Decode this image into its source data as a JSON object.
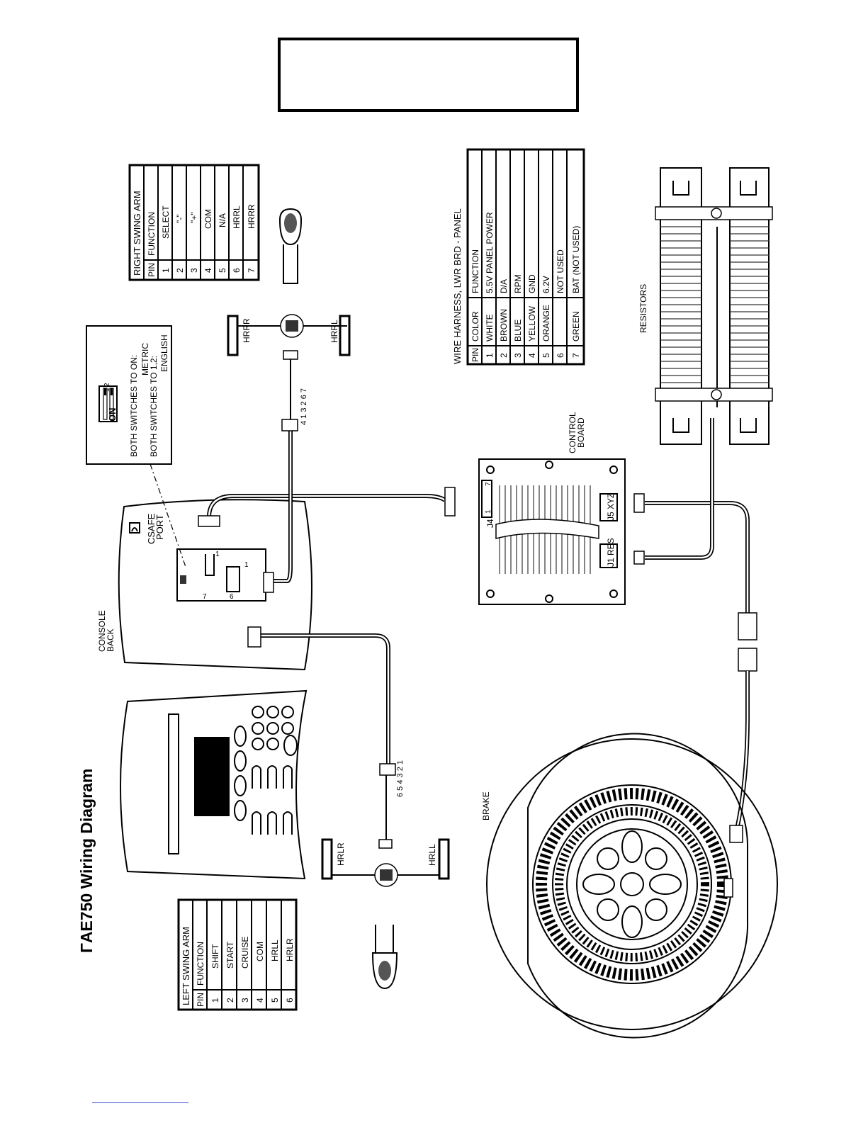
{
  "title": "ΓAE750 Wiring Diagram",
  "title_box_text": "",
  "labels": {
    "console_back": [
      "CONSOLE",
      "BACK"
    ],
    "csafe_port": [
      "CSAFE",
      "PORT"
    ],
    "control_board": [
      "CONTROL",
      "BOARD"
    ],
    "resistors": "RESISTORS",
    "brake": "BRAKE",
    "hrrr": "HRRR",
    "hrrl": "HRRL",
    "hrlr": "HRLR",
    "hrll": "HRLL",
    "j4": "J4",
    "j1_res": "J1 RES",
    "j5_xyz": "J5 XYZ",
    "j4_pin_1": "1",
    "j4_pin_7": "7",
    "right_connector_pins": "4 1 3 2 6 7",
    "left_connector_pins": "6 5 4 3 2 1",
    "console_pin_1": "1",
    "console_pin_7": "7",
    "console_pin_1b": "1",
    "console_pin_6": "6"
  },
  "switch_note": {
    "on_label": "ON",
    "sw1": "1",
    "sw2": "2",
    "line1": "BOTH SWITCHES TO ON:",
    "line1b": "METRIC",
    "line2": "BOTH SWITCHES TO 1,2:",
    "line2b": "ENGLISH"
  },
  "right_swing_arm": {
    "title": "RIGHT SWING ARM",
    "headers": [
      "PIN",
      "FUNCTION"
    ],
    "rows": [
      [
        "1",
        "SELECT"
      ],
      [
        "2",
        "\"-\""
      ],
      [
        "3",
        "\"+\""
      ],
      [
        "4",
        "COM"
      ],
      [
        "5",
        "N/A"
      ],
      [
        "6",
        "HRRL"
      ],
      [
        "7",
        "HRRR"
      ]
    ]
  },
  "left_swing_arm": {
    "title": "LEFT SWING ARM",
    "headers": [
      "PIN",
      "FUNCTION"
    ],
    "rows": [
      [
        "1",
        "SHIFT"
      ],
      [
        "2",
        "START"
      ],
      [
        "3",
        "CRUISE"
      ],
      [
        "4",
        "COM"
      ],
      [
        "5",
        "HRLL"
      ],
      [
        "6",
        "HRLR"
      ]
    ]
  },
  "wire_harness": {
    "title": "WIRE HARNESS, LWR BRD - PANEL",
    "headers": [
      "PIN",
      "COLOR",
      "FUNCTION"
    ],
    "rows": [
      [
        "1",
        "WHITE",
        "5.5V PANEL POWER"
      ],
      [
        "2",
        "BROWN",
        "D/A"
      ],
      [
        "3",
        "BLUE",
        "RPM"
      ],
      [
        "4",
        "YELLOW",
        "GND"
      ],
      [
        "5",
        "ORANGE",
        "6.2V"
      ],
      [
        "6",
        "",
        "NOT USED"
      ],
      [
        "7",
        "GREEN",
        "BAT (NOT USED)"
      ]
    ]
  }
}
